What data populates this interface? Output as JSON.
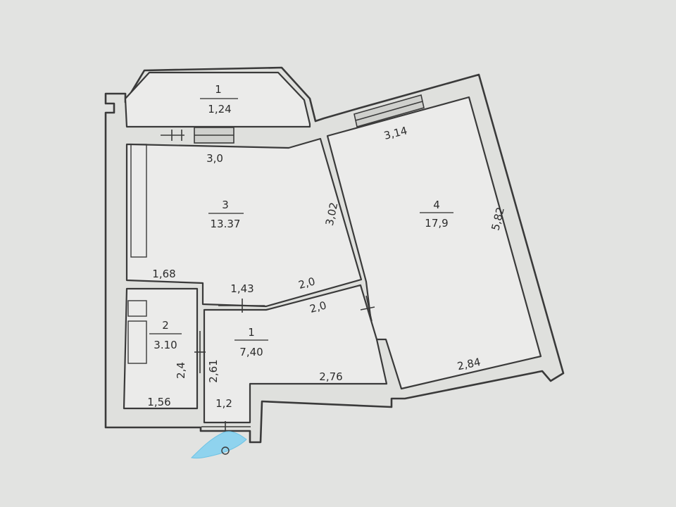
{
  "rooms": [
    {
      "id": "balcony",
      "number": "1",
      "area": "1,24"
    },
    {
      "id": "room-3",
      "number": "3",
      "area": "13.37"
    },
    {
      "id": "room-4",
      "number": "4",
      "area": "17,9"
    },
    {
      "id": "room-2",
      "number": "2",
      "area": "3.10"
    },
    {
      "id": "room-1",
      "number": "1",
      "area": "7,40"
    }
  ],
  "dimensions": {
    "d_3_0": "3,0",
    "d_3_14": "3,14",
    "d_3_02": "3,02",
    "d_5_82": "5,82",
    "d_1_68": "1,68",
    "d_1_43": "1,43",
    "d_2_0_a": "2,0",
    "d_2_0_b": "2,0",
    "d_2_4": "2,4",
    "d_2_61": "2,61",
    "d_2_76": "2,76",
    "d_2_84": "2,84",
    "d_1_56": "1,56",
    "d_1_2": "1,2"
  },
  "colors": {
    "paper": "#e2e3e1",
    "line": "#3a3a3a",
    "marker": "#8fd3ee"
  }
}
